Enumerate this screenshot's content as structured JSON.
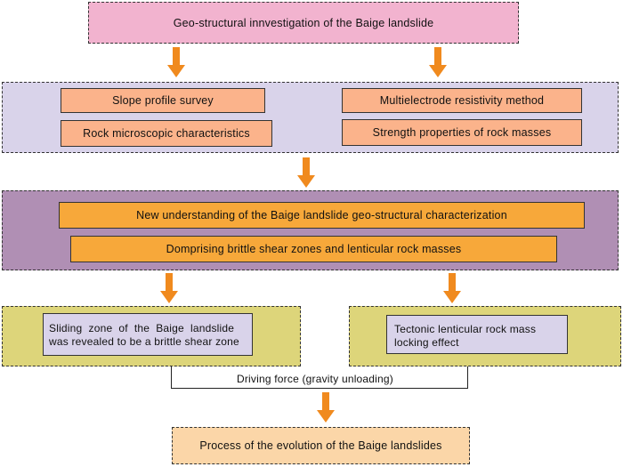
{
  "colors": {
    "top_fill": "#f2b3cf",
    "methods_panel": "#d9d3ea",
    "method_box": "#fbb38b",
    "understanding_panel": "#b08fb4",
    "understanding_box": "#f7a83a",
    "result_panel": "#ddd57a",
    "result_box": "#d9d3ea",
    "bottom_fill": "#fbd6a8",
    "arrow": "#f08a1e"
  },
  "top": {
    "label": "Geo-structural innvestigation of the Baige landslide"
  },
  "methods": {
    "left": [
      "Slope profile survey",
      "Rock microscopic characteristics"
    ],
    "right": [
      "Multielectrode resistivity method",
      "Strength properties of  rock masses"
    ]
  },
  "understanding": {
    "title": "New understanding of the Baige landslide geo-structural characterization",
    "subtitle": "Domprising  brittle shear zones and  lenticular rock masses"
  },
  "results": {
    "left_line1": "Sliding  zone  of  the  Baige  landslide",
    "left_line2": "was revealed to be a brittle shear zone",
    "right_line1": "Tectonic lenticular rock mass",
    "right_line2": "locking effect"
  },
  "driving_force": "Driving force (gravity unloading)",
  "bottom": {
    "label": "Process of the evolution of the Baige landslides"
  }
}
